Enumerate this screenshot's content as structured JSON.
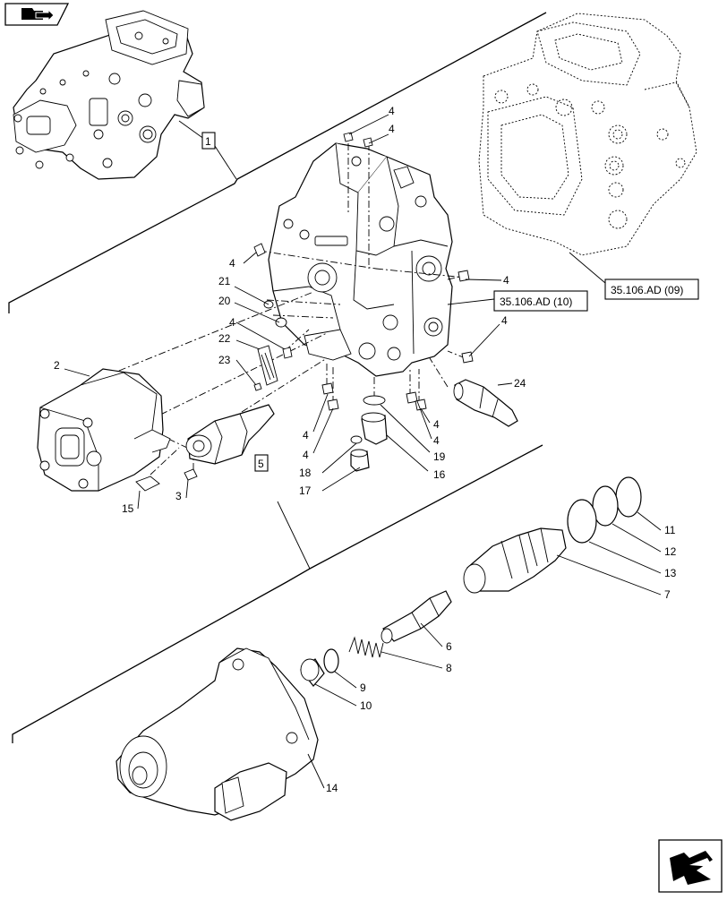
{
  "toolbar": {
    "nav_top_icon": "folder-arrow-icon",
    "nav_bottom_icon": "folder-arrow-icon"
  },
  "references": {
    "ref_top": "35.106.AD (09)",
    "ref_mid": "35.106.AD (10)"
  },
  "assembly_boxes": {
    "box1": "1",
    "box5": "5"
  },
  "callouts": {
    "c4a": "4",
    "c4b": "4",
    "c4c": "4",
    "c4d": "4",
    "c4e": "4",
    "c4f": "4",
    "c4g": "4",
    "c4h": "4",
    "c4i": "4",
    "c21": "21",
    "c20": "20",
    "c22": "22",
    "c23": "23",
    "c2": "2",
    "c24": "24",
    "c18": "18",
    "c17": "17",
    "c19": "19",
    "c16": "16",
    "c15": "15",
    "c3": "3",
    "c11": "11",
    "c12": "12",
    "c13": "13",
    "c7": "7",
    "c6": "6",
    "c8": "8",
    "c9": "9",
    "c10": "10",
    "c14": "14"
  }
}
